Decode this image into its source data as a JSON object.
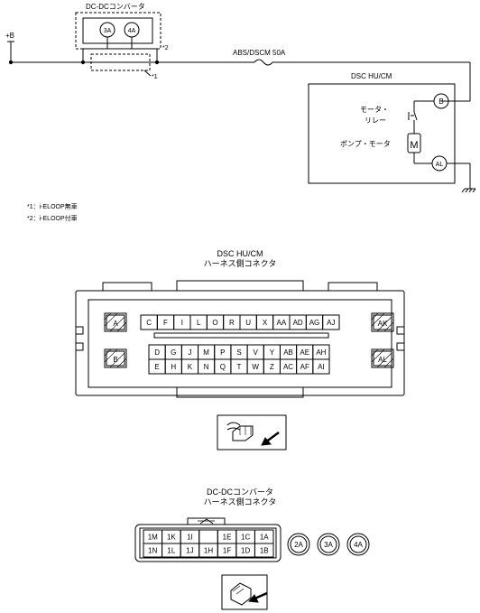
{
  "circuit": {
    "power_label": "+B",
    "converter_title": "DC-DCコンバータ",
    "terminal_3a": "3A",
    "terminal_4a": "4A",
    "note_marker_1": "*1",
    "note_marker_2": "*2",
    "fuse_label": "ABS/DSCM 50A",
    "module_title": "DSC HU/CM",
    "terminal_b": "B",
    "terminal_al": "AL",
    "relay_label_line1": "モータ・",
    "relay_label_line2": "リレー",
    "pump_label": "ポンプ・モータ",
    "motor_symbol": "M"
  },
  "notes": [
    "*1：i-ELOOP無車",
    "*2：i-ELOOP付車"
  ],
  "dsc_connector": {
    "title_line1": "DSC HU/CM",
    "title_line2": "ハーネス側コネクタ",
    "side_left_top": "A",
    "side_left_bottom": "B",
    "side_right_top": "AK",
    "side_right_bottom": "AL",
    "top_row": [
      "C",
      "F",
      "I",
      "L",
      "O",
      "R",
      "U",
      "X",
      "AA",
      "AD",
      "AG",
      "AJ"
    ],
    "mid_row": [
      "D",
      "G",
      "J",
      "M",
      "P",
      "S",
      "V",
      "Y",
      "AB",
      "AE",
      "AH"
    ],
    "bottom_row": [
      "E",
      "H",
      "K",
      "N",
      "Q",
      "T",
      "W",
      "Z",
      "AC",
      "AF",
      "AI"
    ]
  },
  "dcdc_connector": {
    "title_line1": "DC-DCコンバータ",
    "title_line2": "ハーネス側コネクタ",
    "row1": [
      "1M",
      "1K",
      "1I",
      "",
      "1E",
      "1C",
      "1A"
    ],
    "row2": [
      "1N",
      "1L",
      "1J",
      "1H",
      "1F",
      "1D",
      "1B"
    ],
    "round_terminals": [
      "2A",
      "3A",
      "4A"
    ]
  },
  "icons": {
    "dsc_view": "connector-view-arrow-icon",
    "dcdc_view": "connector-view-arrow-icon"
  }
}
